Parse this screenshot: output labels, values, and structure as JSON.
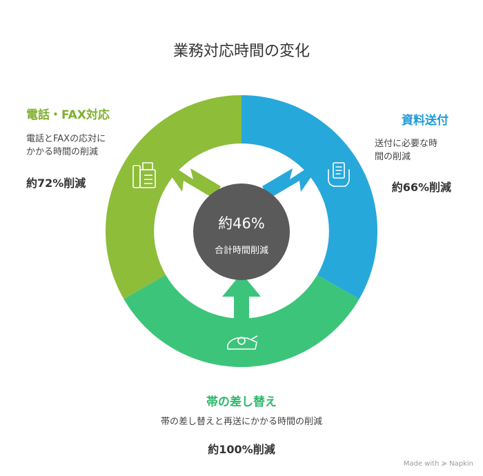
{
  "title": "業務対応時間の変化",
  "center": {
    "value": "約46%",
    "label": "合計時間削減"
  },
  "sections": {
    "fax": {
      "title": "電話・FAX対応",
      "desc_line1": "電話とFAXの応対に",
      "desc_line2": "かかる時間の削減",
      "result": "約72%削減",
      "icon": "fax-phone-icon"
    },
    "docs": {
      "title": "資料送付",
      "desc_line1": "送付に必要な時",
      "desc_line2": "間の削減",
      "result": "約66%削減",
      "icon": "document-in-hand-icon"
    },
    "tape": {
      "title": "帯の差し替え",
      "desc": "帯の差し替えと再送にかかる時間の削減",
      "result": "約100%削減",
      "icon": "tape-dispenser-icon"
    }
  },
  "colors": {
    "fax": "#8ebd3a",
    "docs": "#27a8db",
    "tape": "#3cc47b",
    "center": "#5a5a5a",
    "fax_title": "#7fb02e",
    "docs_title": "#1e9ad6",
    "tape_title": "#2fb86a"
  },
  "watermark": "Made with ≽ Napkin"
}
